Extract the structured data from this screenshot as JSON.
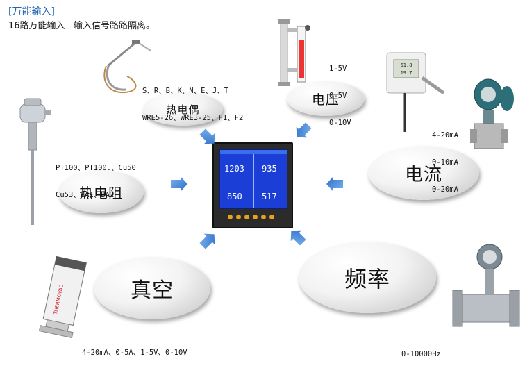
{
  "header": {
    "title": "[万能输入]",
    "subtitle": "16路万能输入   输入信号路路隔离。"
  },
  "nodes": {
    "thermocouple": {
      "label": "热电偶",
      "specs": [
        "S、R、B、K、N、E、J、T",
        "WRE5-26、WRE3-25、F1、F2"
      ]
    },
    "voltage": {
      "label": "电压",
      "specs": [
        "1-5V",
        "0-5V",
        "0-10V"
      ]
    },
    "current": {
      "label": "电流",
      "specs": [
        "4-20mA",
        "0-10mA",
        "0-20mA"
      ]
    },
    "rtd": {
      "label": "热电阻",
      "specs": [
        "PT100、PT100.、Cu50",
        "Cu53、BA1、BA2"
      ]
    },
    "vacuum": {
      "label": "真空",
      "specs": [
        "4-20mA、0-5A、1-5V、0-10V"
      ]
    },
    "frequency": {
      "label": "频率",
      "specs": [
        "0-10000Hz"
      ]
    }
  },
  "recorder": {
    "screen_values": [
      "1203",
      "935",
      "850",
      "517"
    ]
  },
  "colors": {
    "title": "#1f63b3",
    "arrow": "#3a7fd1",
    "screen": "#1b3fd6"
  }
}
